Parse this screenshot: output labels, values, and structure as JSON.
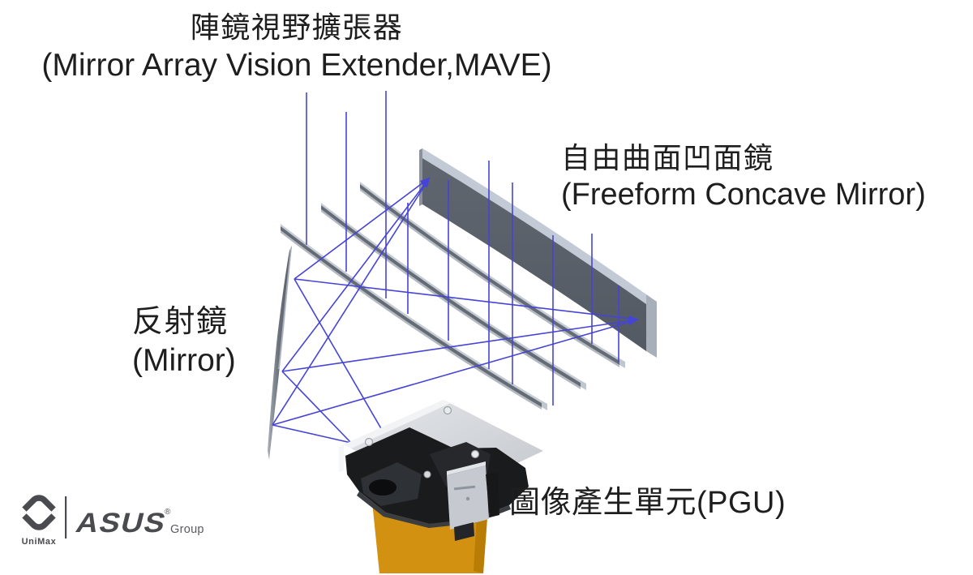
{
  "title": {
    "line1_zh": "陣鏡視野擴張器",
    "line2_en": "(Mirror Array Vision Extender,MAVE)"
  },
  "labels": {
    "freeform_mirror": {
      "zh": "自由曲面凹面鏡",
      "en": "(Freeform Concave Mirror)"
    },
    "fold_mirror": {
      "zh": "反射鏡",
      "en": "(Mirror)"
    },
    "pgu": {
      "text": "圖像產生單元(PGU)"
    }
  },
  "footer": {
    "unimax_label": "UniMax",
    "asus_label": "ASUS",
    "registered_mark": "®",
    "group_label": "Group"
  },
  "colors": {
    "ray": "#4644d6",
    "ink": "#1e1e1e",
    "logo": "#4a4b4e"
  }
}
